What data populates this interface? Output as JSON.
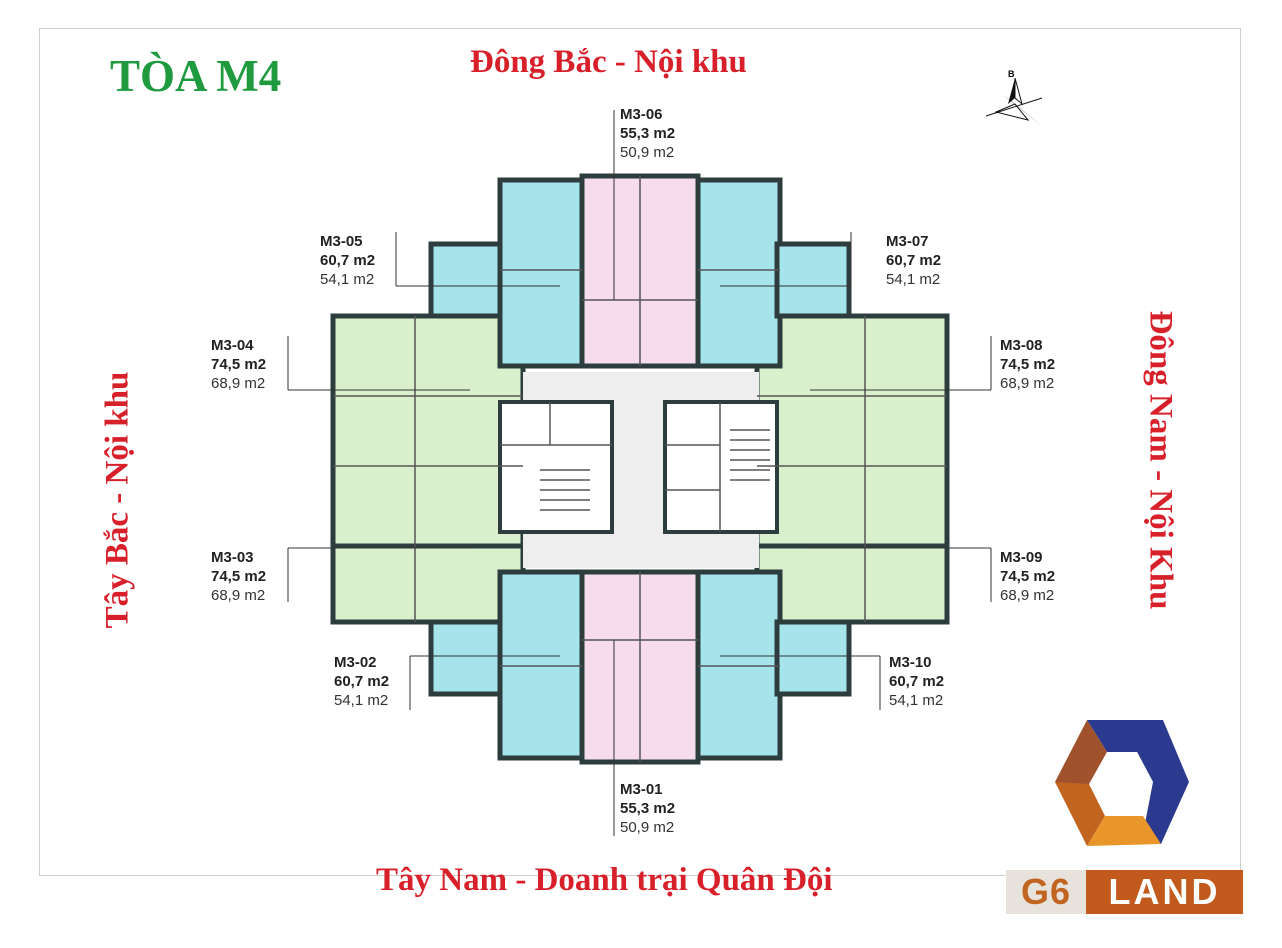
{
  "title": "TÒA M4",
  "directions": {
    "top": "Đông Bắc - Nội khu",
    "bottom": "Tây Nam - Doanh trại Quân Đội",
    "left": "Tây Bắc - Nội khu",
    "right": "Đông Nam - Nội Khu"
  },
  "compass_letter": "B",
  "units": [
    {
      "code": "M3-06",
      "area": "55,3 m2",
      "net": "50,9 m2"
    },
    {
      "code": "M3-05",
      "area": "60,7 m2",
      "net": "54,1 m2"
    },
    {
      "code": "M3-07",
      "area": "60,7 m2",
      "net": "54,1 m2"
    },
    {
      "code": "M3-04",
      "area": "74,5 m2",
      "net": "68,9 m2"
    },
    {
      "code": "M3-08",
      "area": "74,5 m2",
      "net": "68,9 m2"
    },
    {
      "code": "M3-03",
      "area": "74,5 m2",
      "net": "68,9 m2"
    },
    {
      "code": "M3-09",
      "area": "74,5 m2",
      "net": "68,9 m2"
    },
    {
      "code": "M3-02",
      "area": "60,7 m2",
      "net": "54,1 m2"
    },
    {
      "code": "M3-10",
      "area": "60,7 m2",
      "net": "54,1 m2"
    },
    {
      "code": "M3-01",
      "area": "55,3 m2",
      "net": "50,9 m2"
    }
  ],
  "brand": {
    "part1": "G6",
    "part2": "LAND"
  },
  "colors": {
    "blue_unit": "#a6e4ec",
    "green_unit": "#daf0cc",
    "pink_unit": "#f6dcec",
    "core": "#eeeeee",
    "direction_text": "#d8202a",
    "title_text": "#1f9a3e",
    "logo_blue": "#2b3a8e",
    "logo_brown": "#a0522d",
    "logo_orange": "#e8962a"
  }
}
